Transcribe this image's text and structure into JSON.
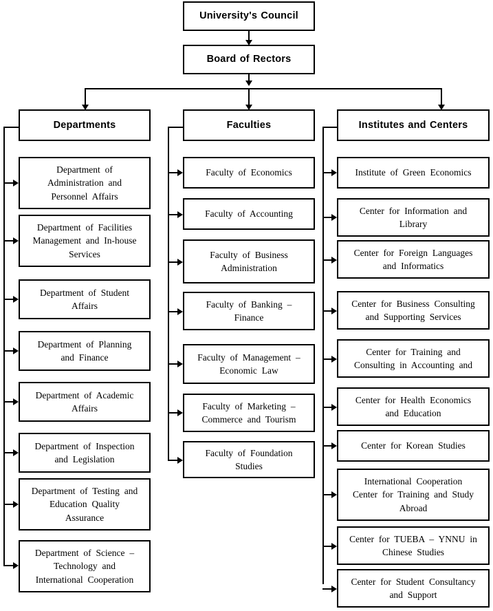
{
  "top": {
    "council": "University's Council",
    "board": "Board of Rectors"
  },
  "columns": [
    {
      "header": "Departments",
      "items": [
        "Department  of\nAdministration  and\nPersonnel  Affairs",
        "Department  of Facilities\nManagement  and In-house\nServices",
        "Department  of Student\nAffairs",
        "Department  of Planning\nand Finance",
        "Department  of Academic\nAffairs",
        "Department  of Inspection\nand Legislation",
        "Department  of Testing  and\nEducation  Quality\nAssurance",
        "Department  of Science  –\nTechnology  and\nInternational  Cooperation"
      ]
    },
    {
      "header": "Faculties",
      "items": [
        "Faculty  of Economics",
        "Faculty  of Accounting",
        "Faculty  of Business\nAdministration",
        "Faculty  of Banking  –\nFinance",
        "Faculty of Management –\nEconomic Law",
        "Faculty  of Marketing  –\nCommerce  and Tourism",
        "Faculty  of Foundation\nStudies"
      ]
    },
    {
      "header": "Institutes and Centers",
      "items": [
        "Institute  of Green Economics",
        "Center for Information  and\nLibrary",
        "Center for Foreign  Languages\nand Informatics",
        "Center for Business  Consulting\nand Supporting  Services",
        "Center for Training  and\nConsulting  in Accounting  and",
        "Center for Health  Economics\nand Education",
        "Center for Korean Studies",
        "International  Cooperation\nCenter for Training  and Study\nAbroad",
        "Center for TUEBA  –  YNNU in\nChinese  Studies",
        "Center for Student  Consultancy\nand Support"
      ]
    }
  ],
  "colors": {
    "line": "#000000",
    "box_fill": "#ffffff",
    "text": "#000000"
  }
}
